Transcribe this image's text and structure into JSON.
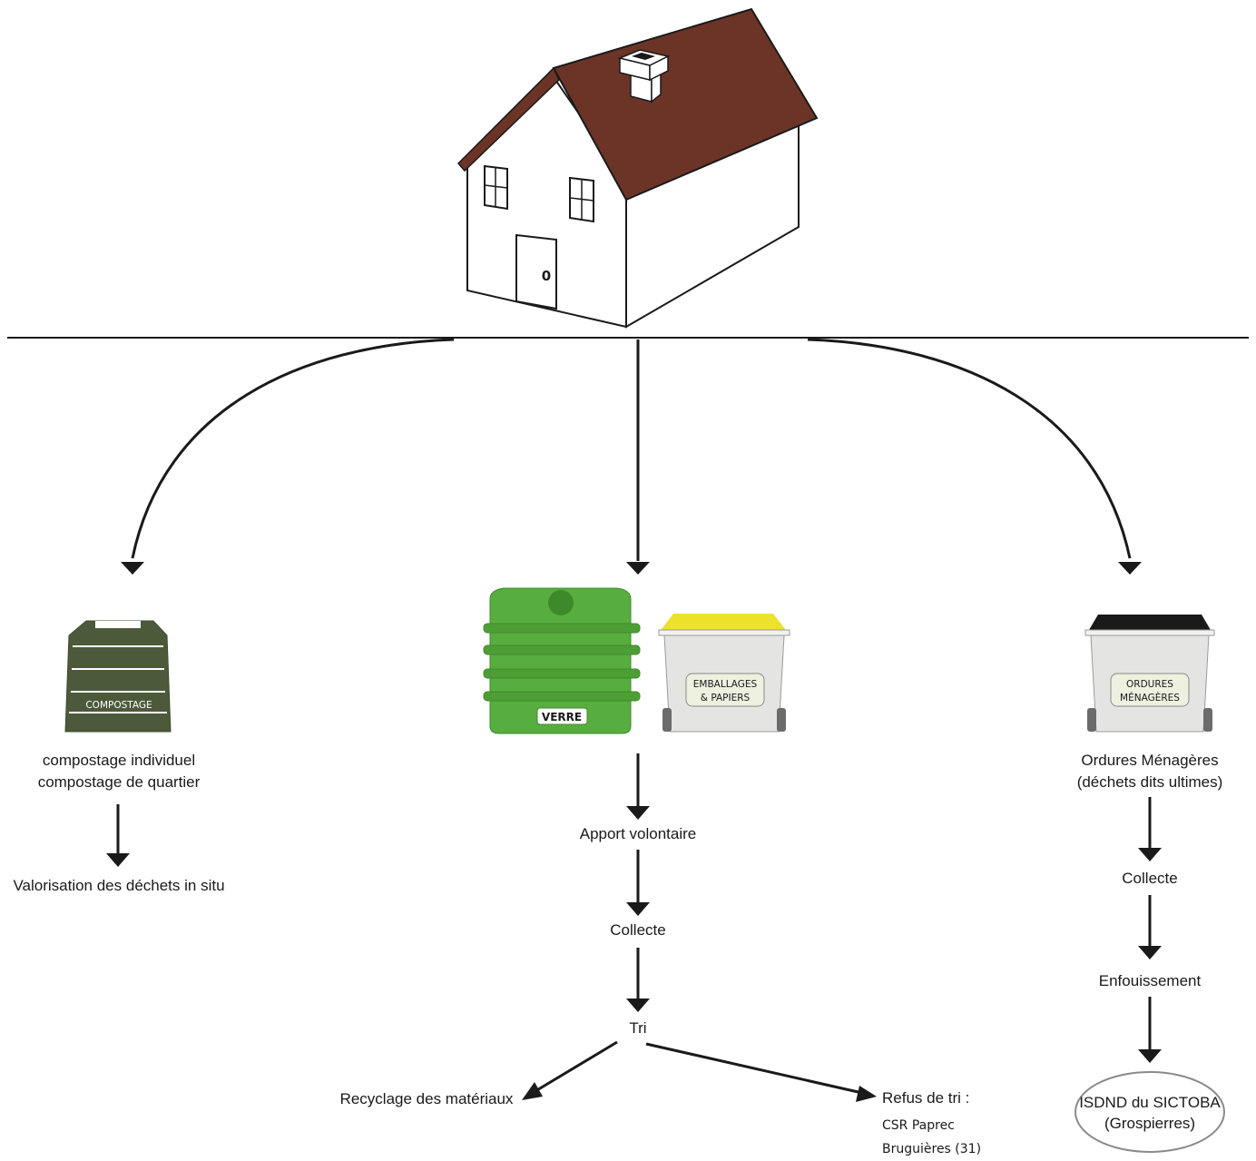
{
  "bins": {
    "compost": "COMPOSTAGE",
    "verre": "VERRE",
    "emballages_1": "EMBALLAGES",
    "emballages_2": "& PAPIERS",
    "om_1": "ORDURES",
    "om_2": "MÉNAGÈRES"
  },
  "house": {
    "door_label": "0"
  },
  "left": {
    "line1": "compostage individuel",
    "line2": "compostage de quartier",
    "result": "Valorisation des déchets in situ"
  },
  "center": {
    "step1": "Apport volontaire",
    "step2": "Collecte",
    "step3": "Tri",
    "out_left": "Recyclage des matériaux",
    "out_right": "Refus de tri :",
    "out_right_line1": "CSR Paprec",
    "out_right_line2": "Bruguières (31)"
  },
  "right": {
    "line1": "Ordures Ménagères",
    "line2": "(déchets dits ultimes)",
    "step1": "Collecte",
    "step2": "Enfouissement",
    "final1": "ISDND du SICTOBA",
    "final2": "(Grospierres)"
  },
  "colors": {
    "roof": "#6b3427",
    "compost_bin": "#4c5a3b",
    "verre_bin": "#58ad3f",
    "lid_yellow": "#ece22b",
    "lid_black": "#1a1a1a",
    "bin_grey": "#e4e4e2"
  }
}
